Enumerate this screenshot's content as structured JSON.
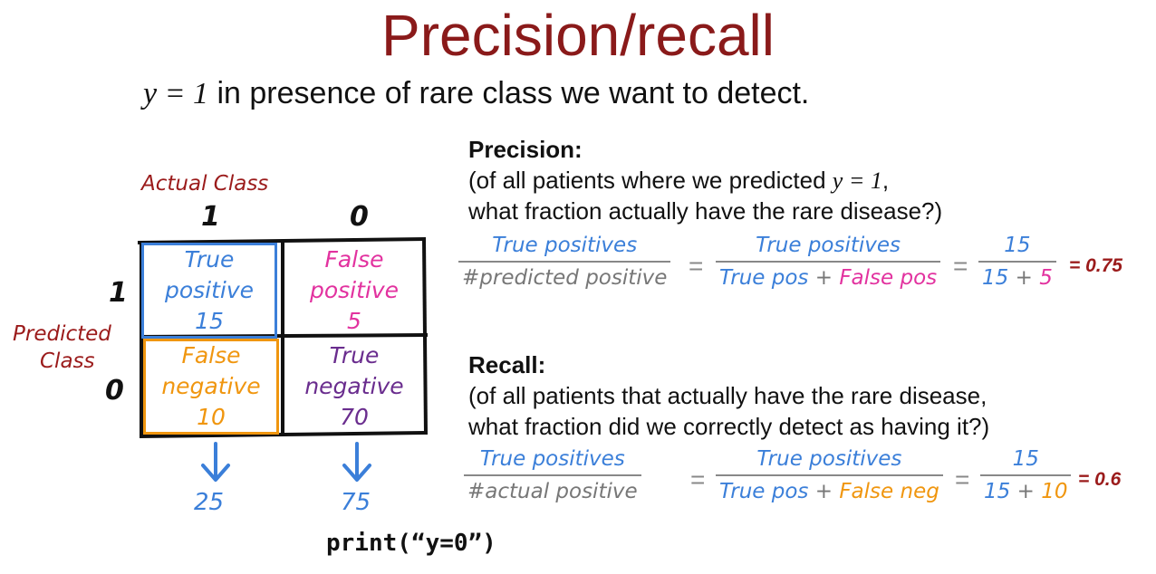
{
  "title": "Precision/recall",
  "subtitle": {
    "math": "y = 1",
    "text": " in presence of rare class we want to detect."
  },
  "matrix": {
    "actual_label": "Actual Class",
    "predicted_label_line1": "Predicted",
    "predicted_label_line2": "Class",
    "col_1": "1",
    "col_0": "0",
    "row_1": "1",
    "row_0": "0",
    "tp": {
      "line1": "True",
      "line2": "positive",
      "count": "15",
      "color": "#3b7fd9"
    },
    "fp": {
      "line1": "False",
      "line2": "positive",
      "count": "5",
      "color": "#e2329f"
    },
    "fn": {
      "line1": "False",
      "line2": "negative",
      "count": "10",
      "color": "#f0960f"
    },
    "tn": {
      "line1": "True",
      "line2": "negative",
      "count": "70",
      "color": "#6a2d8e"
    },
    "col_total_1": "25",
    "col_total_0": "75"
  },
  "precision": {
    "heading": "Precision:",
    "line1_text": "(of all patients where we predicted ",
    "line1_math": "y = 1",
    "line1_end": ",",
    "line2": "what fraction actually have the rare disease?)",
    "f1_num": "True positives",
    "f1_den": "#predicted positive",
    "eq": "=",
    "f2_num": "True positives",
    "f2_den_a": "True pos",
    "f2_den_plus": " + ",
    "f2_den_b": "False pos",
    "f3_num": "15",
    "f3_den_a": "15",
    "f3_den_plus": " + ",
    "f3_den_b": "5",
    "result": "= 0.75"
  },
  "recall": {
    "heading": "Recall:",
    "line1": "(of all patients that actually have the rare disease,",
    "line2": "what fraction did we correctly detect as having it?)",
    "f1_num": "True positives",
    "f1_den": "#actual positive",
    "eq": "=",
    "f2_num": "True positives",
    "f2_den_a": "True pos",
    "f2_den_plus": " + ",
    "f2_den_b": "False neg",
    "f3_num": "15",
    "f3_den_a": "15",
    "f3_den_plus": " + ",
    "f3_den_b": "10",
    "result": "= 0.6"
  },
  "code": "print(“y=0”)",
  "colors": {
    "title": "#8a1a1a",
    "accent_red": "#9b1b1b",
    "blue": "#3b7fd9",
    "pink": "#e2329f",
    "orange": "#f0960f",
    "purple": "#6a2d8e"
  }
}
